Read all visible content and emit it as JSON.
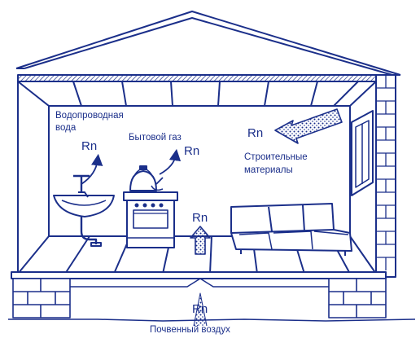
{
  "colors": {
    "ink": "#1b2f8a",
    "ink_light": "#5a6fc4",
    "background": "#ffffff"
  },
  "labels": {
    "tap_water_line1": "Водопроводная",
    "tap_water_line2": "вода",
    "household_gas": "Бытовой газ",
    "building_materials_line1": "Строительные",
    "building_materials_line2": "материалы",
    "soil_air": "Почвенный воздух",
    "rn": "Rn"
  },
  "icons": [
    "house-roof",
    "sink-icon",
    "faucet-icon",
    "stove-icon",
    "kettle-icon",
    "sofa-icon",
    "window-icon"
  ]
}
